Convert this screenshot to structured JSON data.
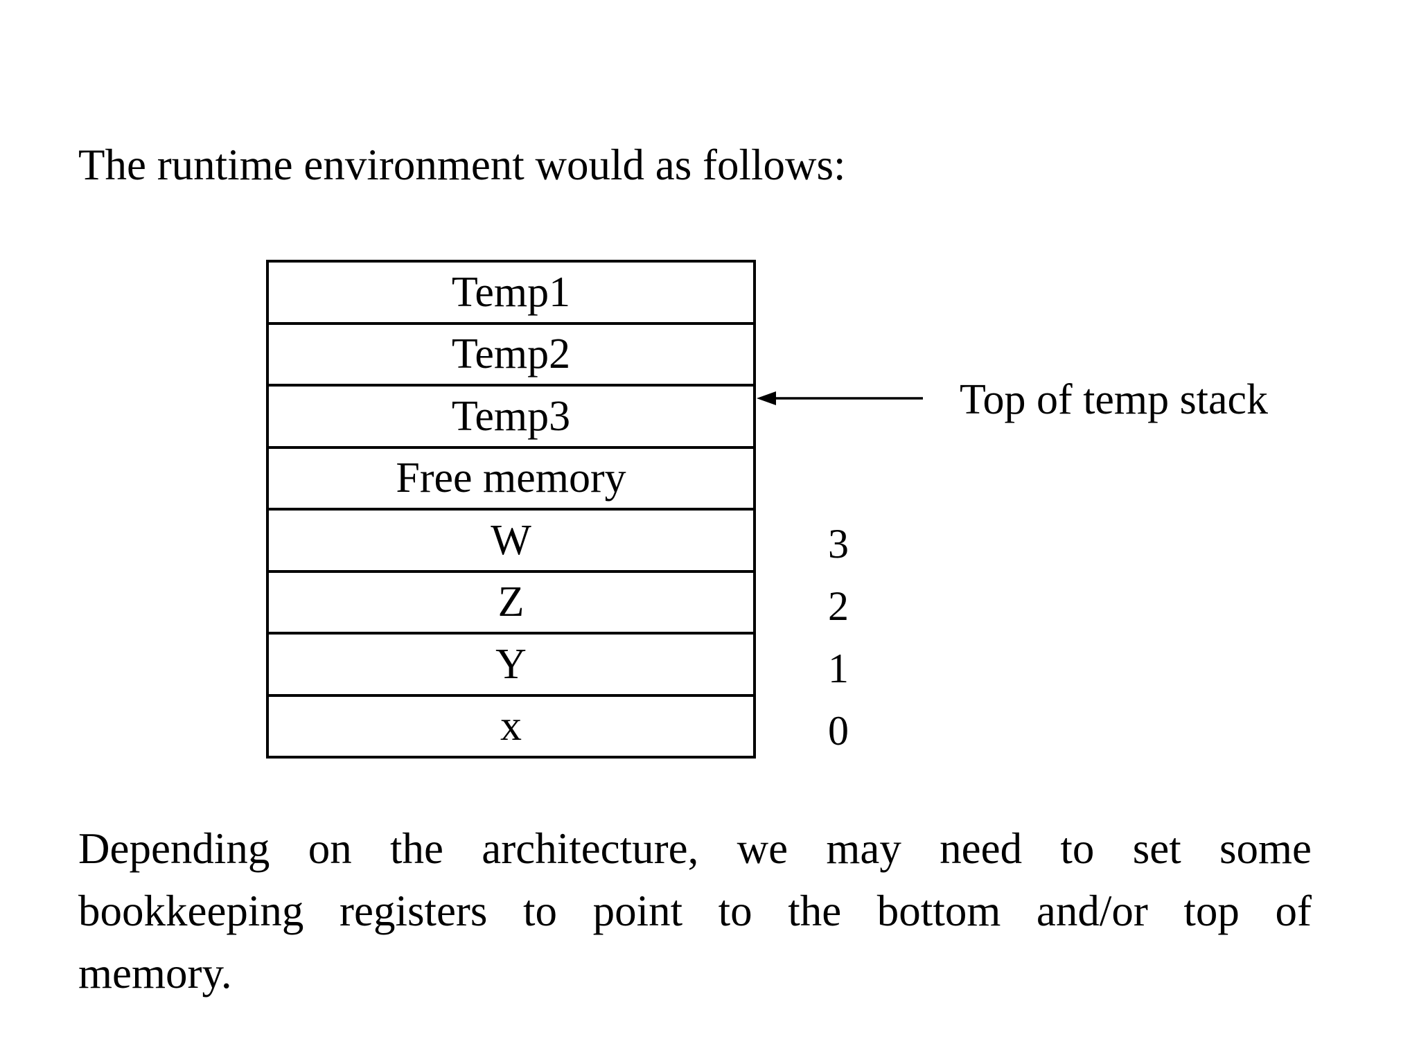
{
  "page": {
    "background_color": "#ffffff",
    "text_color": "#000000"
  },
  "heading": {
    "text": "The runtime environment would as follows:"
  },
  "memory_diagram": {
    "border_color": "#000000",
    "rows": [
      "Temp1",
      "Temp2",
      "Temp3",
      "Free memory",
      "W",
      "Z",
      "Y",
      "x"
    ],
    "addresses": [
      "3",
      "2",
      "1",
      "0"
    ],
    "annotation": {
      "label": "Top of temp stack",
      "arrow_icon": "left-arrow-icon"
    }
  },
  "paragraph": {
    "lines": [
      "Depending on the architecture, we may need to set some",
      "bookkeeping registers to point to the bottom and/or top of",
      "memory."
    ]
  }
}
